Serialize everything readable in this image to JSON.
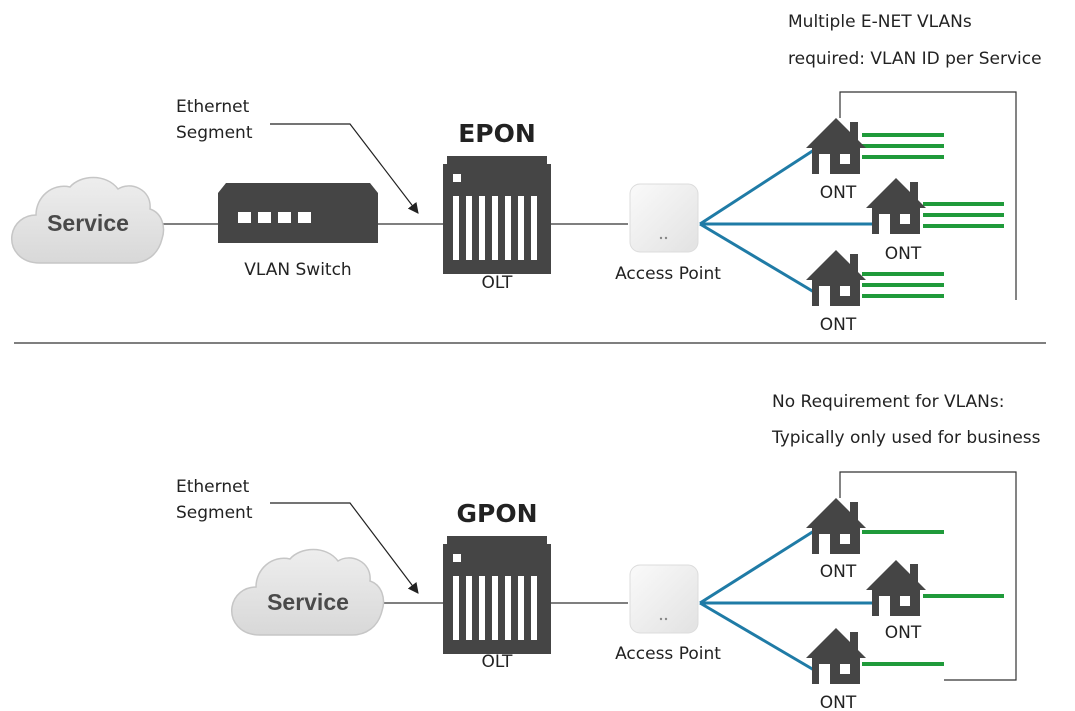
{
  "colors": {
    "device": "#454545",
    "blue_link": "#1f7ba6",
    "green_link": "#1f9a3a",
    "line": "#333333",
    "cloud_fill": "#e3e3e3",
    "cloud_stroke": "#c4c4c4",
    "ap_fill": "#f2f2f2"
  },
  "top": {
    "title": "EPON",
    "cloud_label": "Service",
    "switch_label": "VLAN Switch",
    "olt_label": "OLT",
    "ap_label": "Access Point",
    "segment_label_line1": "Ethernet",
    "segment_label_line2": "Segment",
    "note_line1": "Multiple E-NET VLANs",
    "note_line2": "required: VLAN ID per Service",
    "ont_labels": [
      "ONT",
      "ONT",
      "ONT"
    ]
  },
  "bottom": {
    "title": "GPON",
    "cloud_label": "Service",
    "olt_label": "OLT",
    "ap_label": "Access Point",
    "segment_label_line1": "Ethernet",
    "segment_label_line2": "Segment",
    "note_line1": "No Requirement for VLANs:",
    "note_line2": "Typically only used for business",
    "ont_labels": [
      "ONT",
      "ONT",
      "ONT"
    ]
  }
}
